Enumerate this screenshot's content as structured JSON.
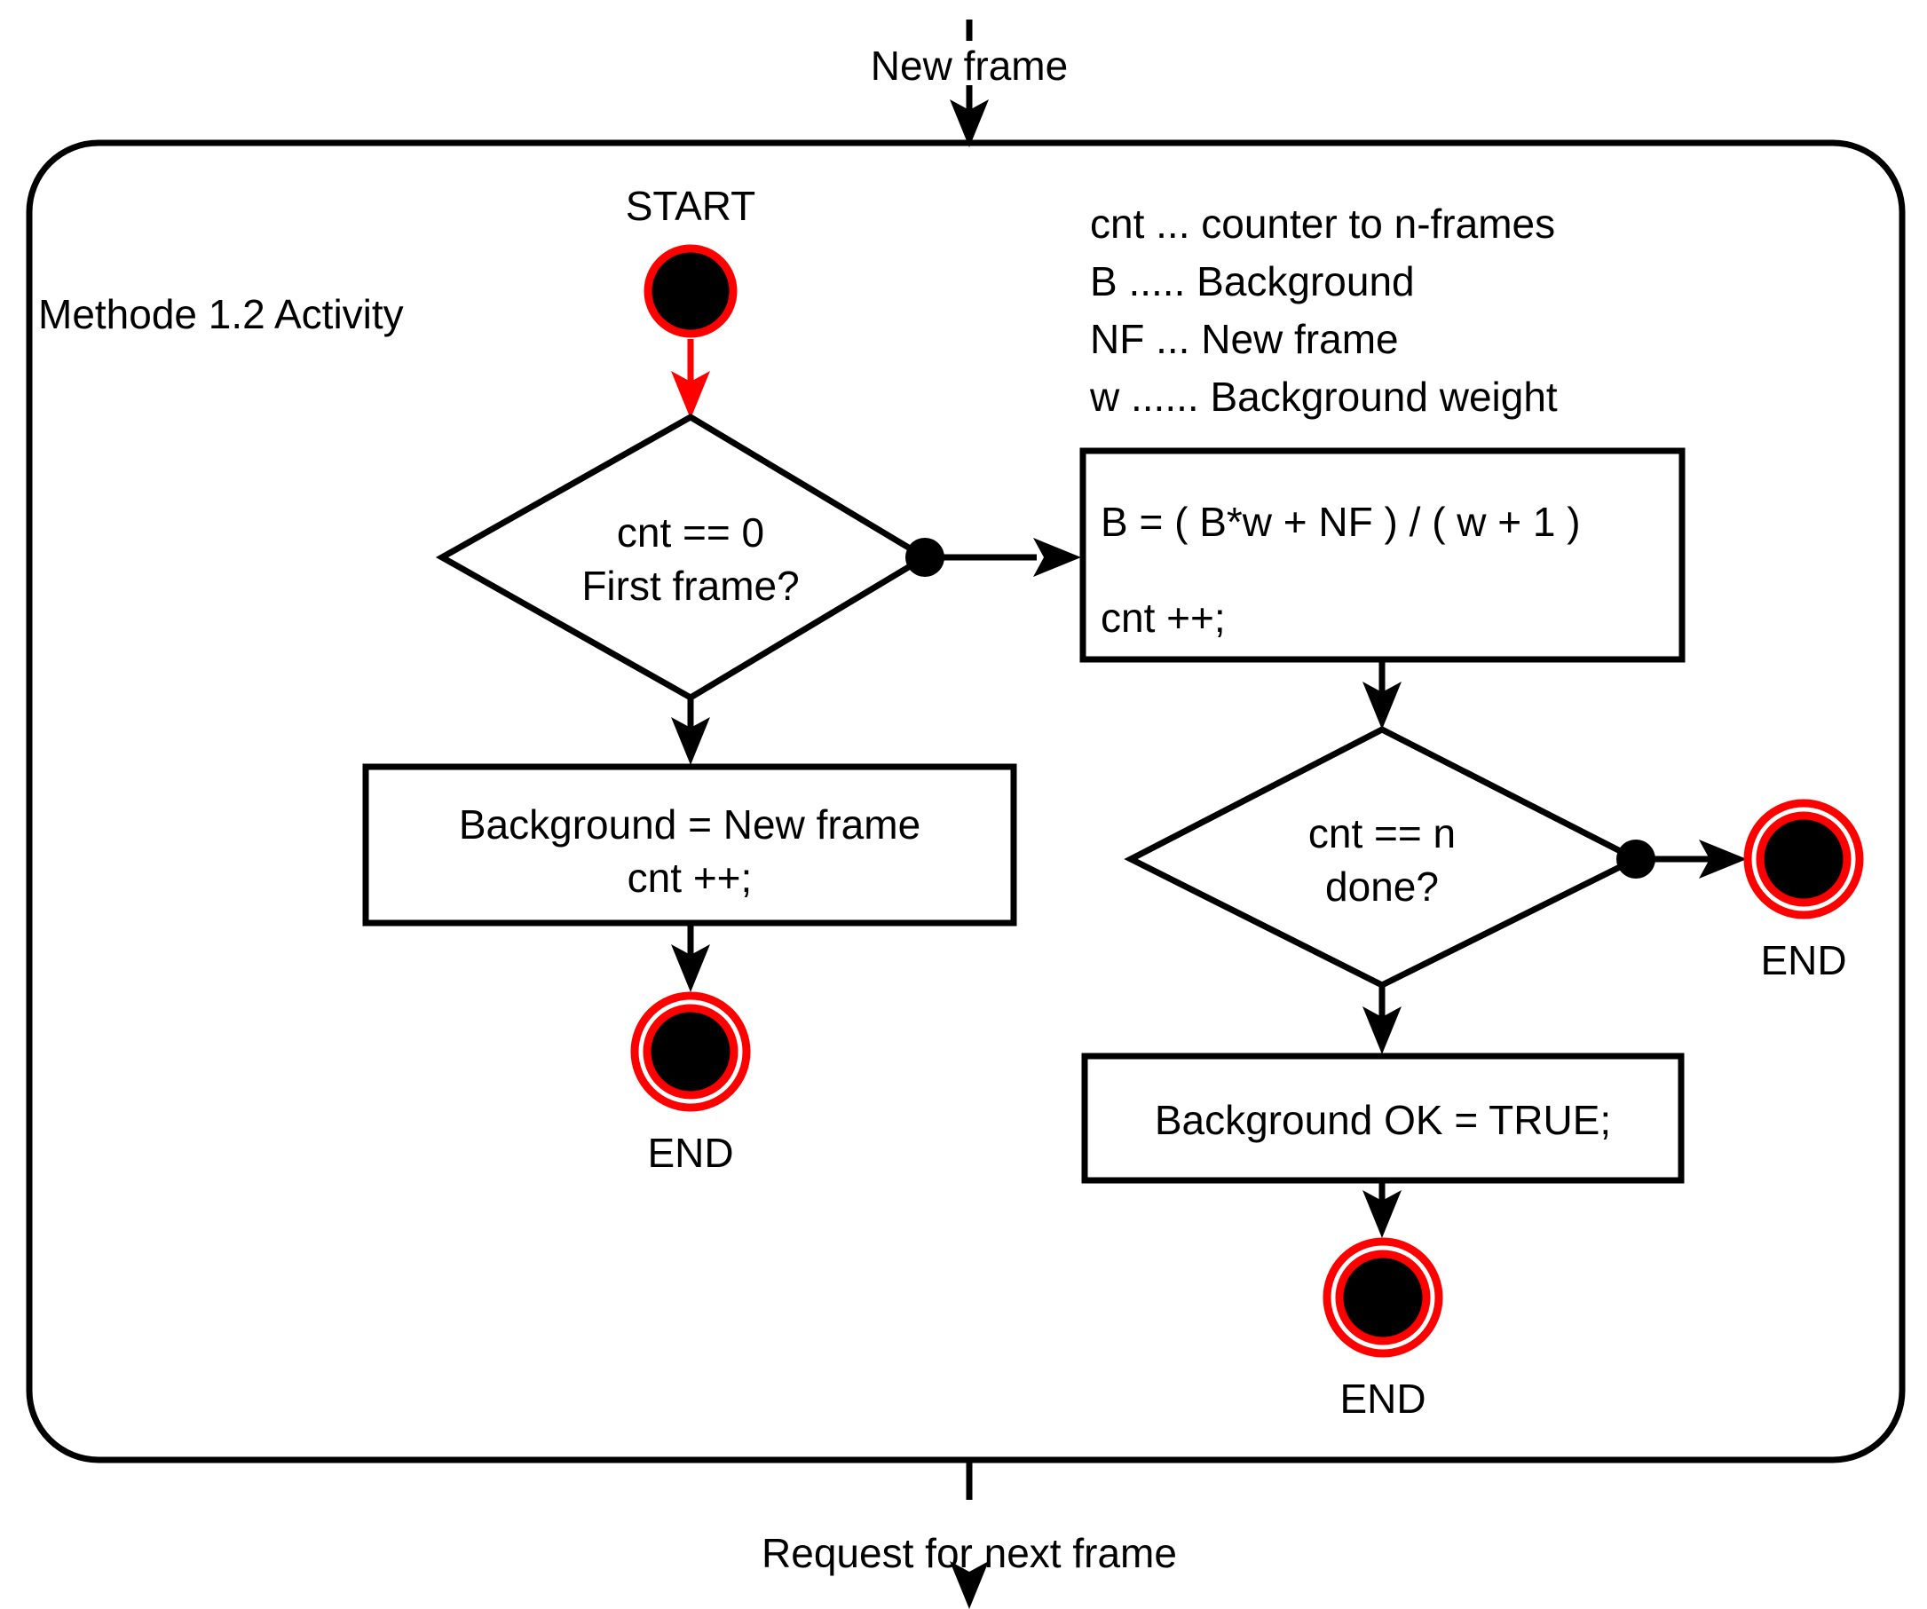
{
  "diagram": {
    "type": "uml-activity-diagram",
    "lane_title": "Methode 1.2 Activity",
    "input_label": "New frame",
    "output_label": "Request for next frame",
    "colors": {
      "stroke": "#000000",
      "accent": "#ff0000",
      "background": "#ffffff"
    },
    "legend": [
      "cnt ... counter to n-frames",
      "B ..... Background",
      "NF ... New frame",
      "w ...... Background weight"
    ],
    "nodes": {
      "start": {
        "kind": "initial-node",
        "label": "START"
      },
      "decision_first_frame": {
        "kind": "decision",
        "line1": "cnt == 0",
        "line2": "First frame?"
      },
      "action_init_background": {
        "kind": "action",
        "line1": "Background = New frame",
        "line2": "cnt ++;"
      },
      "action_update_background": {
        "kind": "action",
        "line1": "B = ( B*w + NF ) / ( w + 1 )",
        "line2": "cnt ++;"
      },
      "decision_done": {
        "kind": "decision",
        "line1": "cnt == n",
        "line2": "done?"
      },
      "action_background_ok": {
        "kind": "action",
        "line1": "Background OK = TRUE;"
      },
      "end_left": {
        "kind": "final-node",
        "label": "END"
      },
      "end_right": {
        "kind": "final-node",
        "label": "END"
      },
      "end_bottom": {
        "kind": "final-node",
        "label": "END"
      }
    }
  }
}
